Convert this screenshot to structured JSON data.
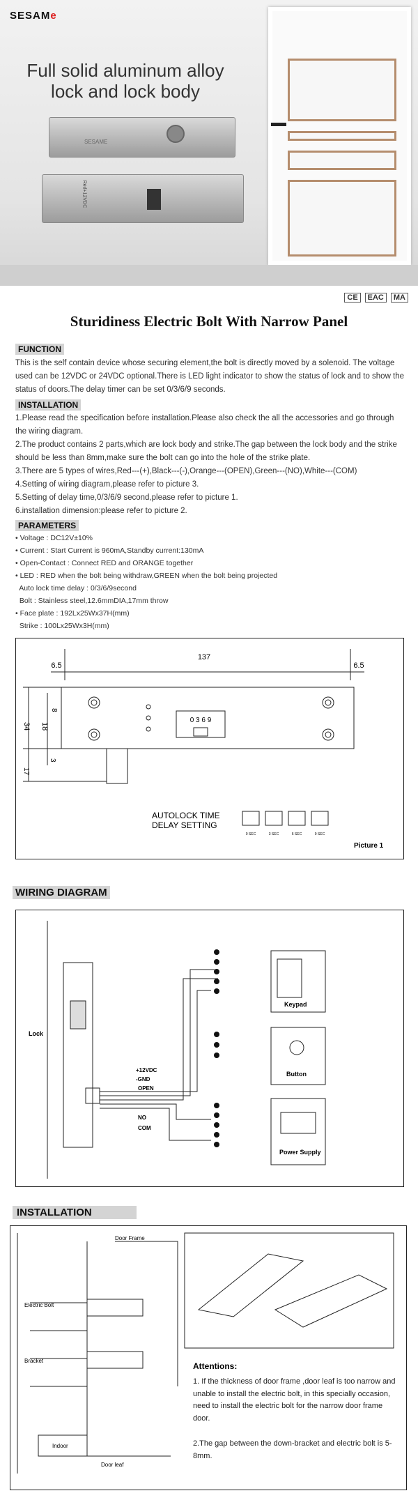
{
  "hero": {
    "logo": "SESAM",
    "logo_mark": "e",
    "title": "Full solid aluminum alloy lock and lock body",
    "bolt_mark_1": "SESAME"
  },
  "certs": [
    "CE",
    "EAC",
    "MA"
  ],
  "doc_title": "Sturidiness Electric Bolt With Narrow Panel",
  "function": {
    "header": "FUNCTION",
    "text": "This is the self contain device whose securing element,the bolt is directly moved by a solenoid. The voltage used can be 12VDC or 24VDC optional.There is LED light indicator to show the status of lock and to show the status of doors.The delay timer can be set 0/3/6/9 seconds."
  },
  "installation": {
    "header": "INSTALLATION",
    "items": [
      "1.Please read the specification before installation.Please also check the all the accessories and go through the wiring diagram.",
      "2.The product contains 2 parts,which are lock body and strike.The gap between the lock body and the strike should be less than 8mm,make sure the bolt can go into the hole of the strike plate.",
      "3.There are 5 types of wires,Red---(+),Black---(-),Orange---(OPEN),Green---(NO),White---(COM)",
      "4.Setting of wiring diagram,please refer to picture 3.",
      "5.Setting of delay time,0/3/6/9 second,please refer to picture 1.",
      "6.installation dimension:please refer to picture 2."
    ]
  },
  "parameters": {
    "header": "PARAMETERS",
    "items": [
      "• Voltage : DC12V±10%",
      "• Current : Start Current is 960mA,Standby current:130mA",
      "• Open-Contact : Connect RED and ORANGE together",
      "• LED : RED when the bolt being withdraw,GREEN  when the bolt being projected",
      "  Auto lock time delay : 0/3/6/9second",
      "  Bolt : Stainless steel,12.6mmDIA,17mm throw",
      "• Face plate : 192Lx25Wx37H(mm)",
      "  Strike : 100Lx25Wx3H(mm)"
    ]
  },
  "dimension": {
    "top": "137",
    "left_gap": "6.5",
    "right_gap": "6.5",
    "d8": "8",
    "d34": "34",
    "d18": "18",
    "d3": "3",
    "d17": "17",
    "digits": "0 3 6 9",
    "caption_1": "AUTOLOCK TIME",
    "caption_2": "DELAY   SETTING",
    "switches": [
      "0 SEC",
      "3 SEC",
      "6 SEC",
      "9 SEC"
    ],
    "picture": "Picture 1"
  },
  "wiring": {
    "title": "WIRING DIAGRAM",
    "lock": "Lock",
    "keypad": "Keypad",
    "button": "Button",
    "power": "Power Supply",
    "labels": [
      "+12VDC",
      "-GND",
      "OPEN",
      "NO",
      "COM"
    ]
  },
  "install2": {
    "title": "INSTALLATION",
    "door_frame": "Door Frame",
    "electric_bolt": "Electric Bolt",
    "bracket": "Bracket",
    "indoor": "Indoor",
    "door_leaf": "Door leaf",
    "attn_title": "Attentions:",
    "attn": [
      "1. If the thickness of door frame ,door leaf is too narrow and unable to install the electric bolt, in this specially occasion, need to install the electric bolt for the narrow door frame door.",
      "2.The gap between the down-bracket and electric bolt is 5-8mm."
    ]
  }
}
